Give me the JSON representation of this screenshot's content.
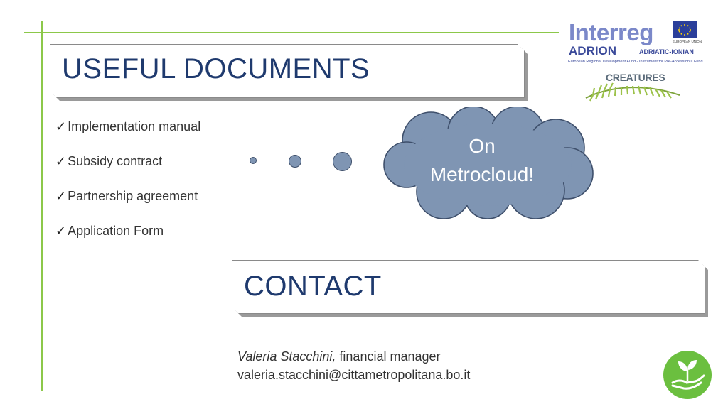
{
  "slide": {
    "section1_title": "USEFUL DOCUMENTS",
    "documents": [
      "Implementation manual",
      "Subsidy contract",
      "Partnership agreement",
      "Application Form"
    ],
    "check_glyph": "✓",
    "cloud_text_line1": "On",
    "cloud_text_line2": "Metrocloud!",
    "section2_title": "CONTACT",
    "contact": {
      "name": "Valeria Stacchini",
      "separator": ",",
      "role": " financial manager",
      "email": "valeria.stacchini@cittametropolitana.bo.it"
    }
  },
  "logo": {
    "interreg": "Interreg",
    "adrion": "ADRION",
    "adriatic_ionian": "ADRIATIC-IONIAN",
    "eu_label": "EUROPEAN UNION",
    "fund_line": "European Regional Development Fund - Instrument for Pre-Accession II Fund",
    "project": "CREATURES"
  },
  "icons": {
    "eu_flag": "eu-flag-icon",
    "fern": "fern-icon",
    "plant_hand": "plant-in-hand-icon"
  },
  "colors": {
    "accent_green": "#8cc84a",
    "title_blue": "#1f3a6e",
    "cloud_fill": "#7f95b3",
    "cloud_stroke": "#3e4f6b",
    "logo_blue": "#3b4a9a",
    "badge_green": "#6bbf3f"
  }
}
